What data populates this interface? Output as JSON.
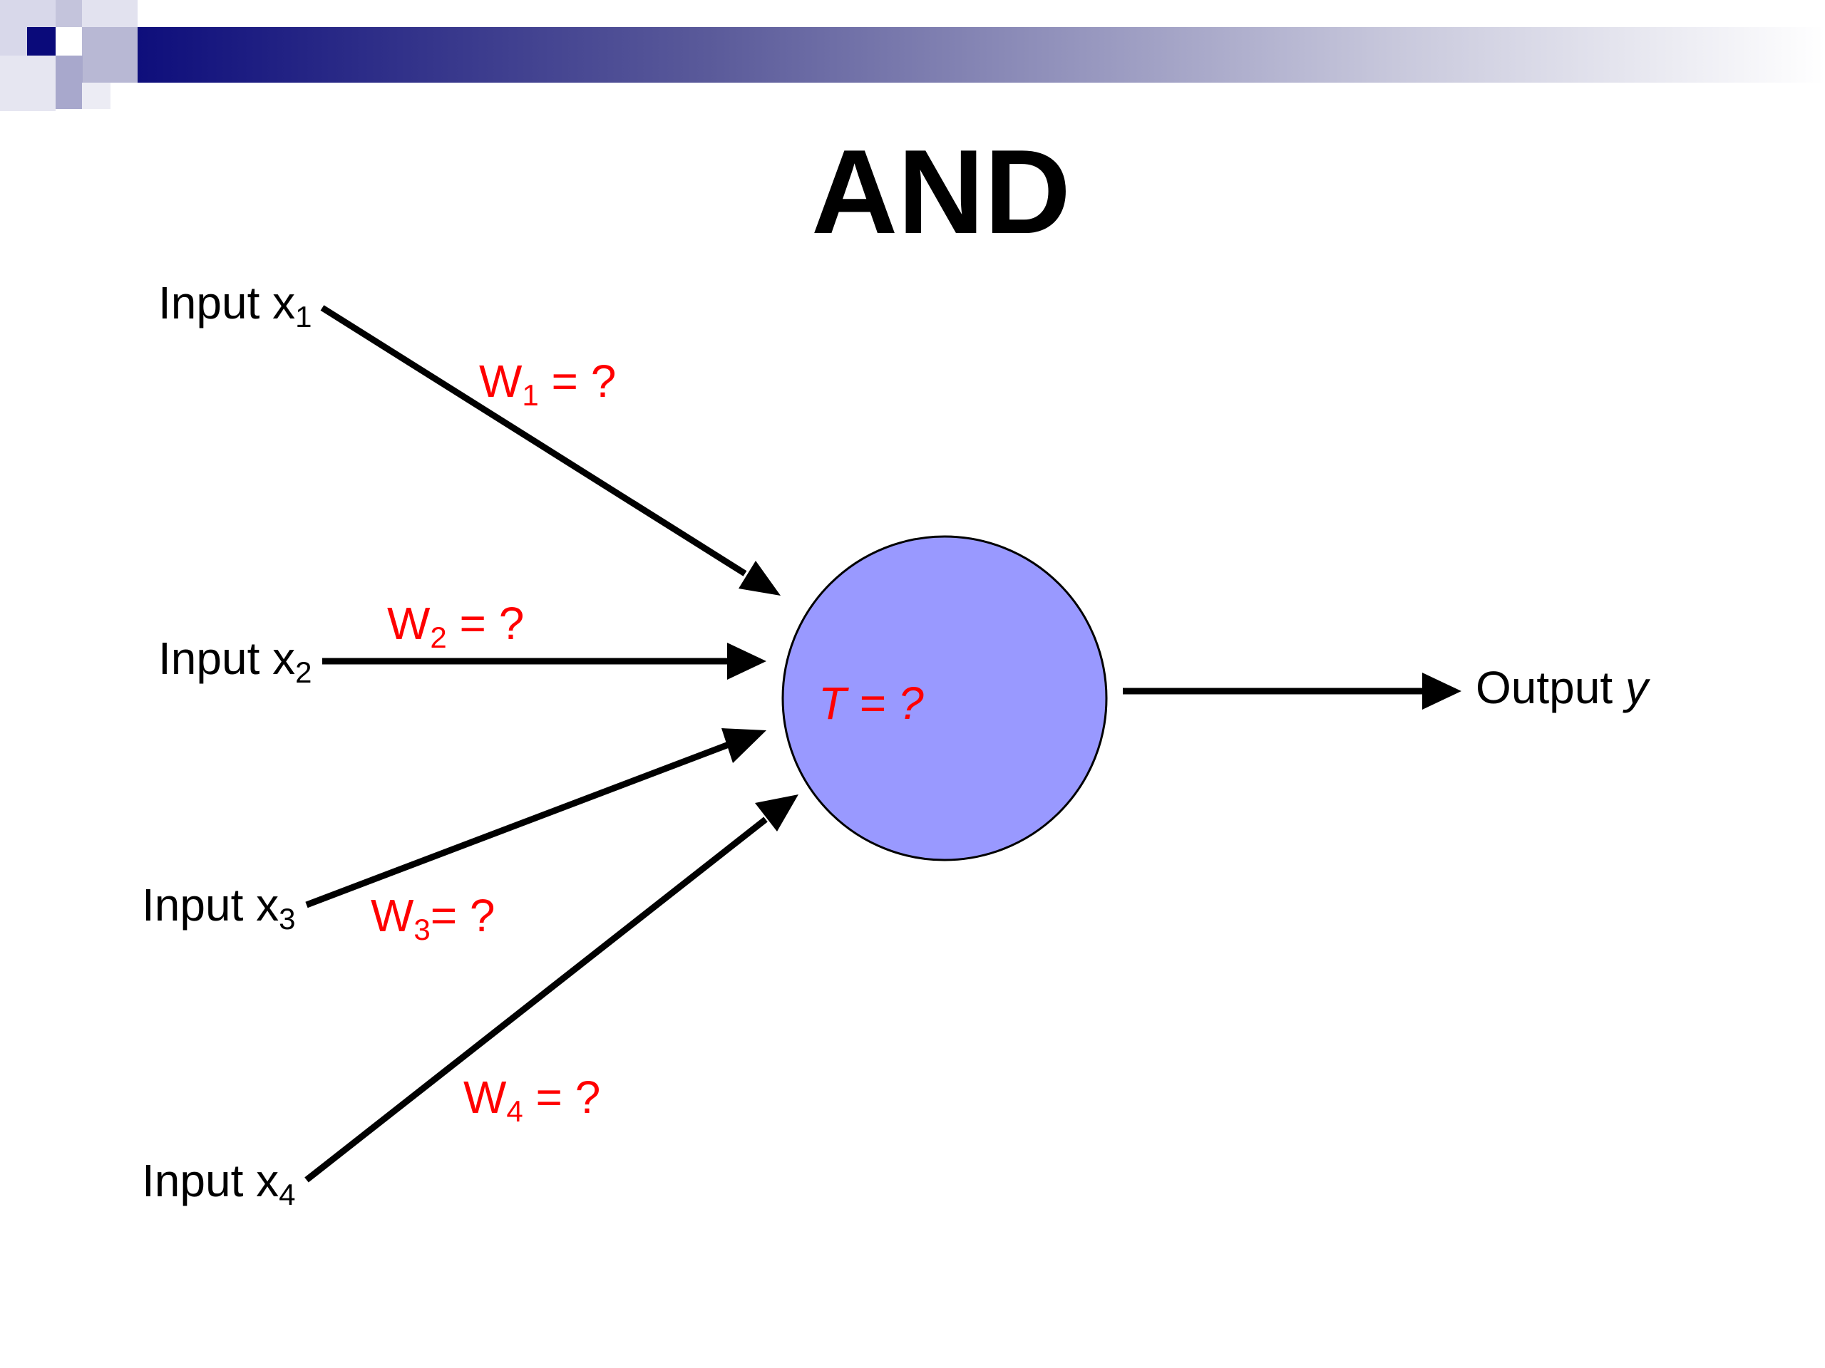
{
  "slide": {
    "title": "AND",
    "colors": {
      "header_dark": "#0a0a7a",
      "header_mid": "#9999cc",
      "neuron_fill": "#9999ff",
      "weight_text": "#ff0000",
      "arrow": "#000000"
    }
  },
  "inputs": [
    {
      "prefix": "Input x",
      "sub": "1"
    },
    {
      "prefix": "Input x",
      "sub": "2"
    },
    {
      "prefix": "Input x",
      "sub": "3"
    },
    {
      "prefix": "Input x",
      "sub": "4"
    }
  ],
  "weights": [
    {
      "w": "W",
      "sub": "1",
      "rest": " = ?"
    },
    {
      "w": "W",
      "sub": "2",
      "rest": " = ?"
    },
    {
      "w": "W",
      "sub": "3",
      "rest": "= ?"
    },
    {
      "w": "W",
      "sub": "4",
      "rest": " = ?"
    }
  ],
  "neuron": {
    "threshold_label": "T = ?"
  },
  "output": {
    "prefix": "Output ",
    "var": "y"
  }
}
